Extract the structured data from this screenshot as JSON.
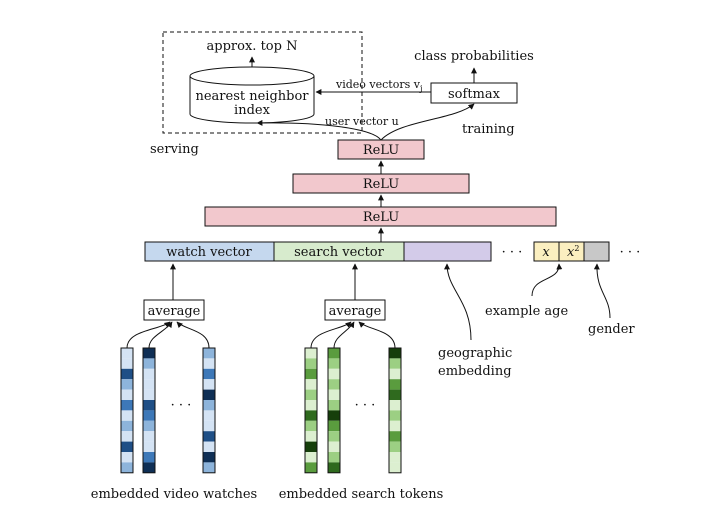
{
  "serving": {
    "label": "serving",
    "approx_top_n": "approx. top N",
    "index_line1": "nearest neighbor",
    "index_line2": "index"
  },
  "training": {
    "label": "training",
    "class_probabilities": "class probabilities",
    "softmax": "softmax"
  },
  "edges": {
    "video_vectors": "video vectors v",
    "video_vectors_sub": "j",
    "user_vector": "user vector u"
  },
  "relu_layers": [
    "ReLU",
    "ReLU",
    "ReLU"
  ],
  "concat": {
    "watch_vector": "watch vector",
    "search_vector": "search vector",
    "ellipsis_1": "· · ·",
    "ellipsis_2": "· · ·",
    "x": "x",
    "x2_base": "x",
    "x2_sup": "2"
  },
  "labels": {
    "geographic_line1": "geographic",
    "geographic_line2": "embedding",
    "example_age": "example age",
    "gender": "gender"
  },
  "pooling": {
    "watch_average": "average",
    "search_average": "average",
    "dots_watch": "· · ·",
    "dots_search": "· · ·"
  },
  "captions": {
    "embedded_video_watches": "embedded video watches",
    "embedded_search_tokens": "embedded search tokens"
  },
  "colors": {
    "relu_fill": "#f2c8cd",
    "watch_fill": "#c5d8ee",
    "search_fill": "#d7ebcd",
    "geo_fill": "#d3cbe9",
    "age_fill": "#fbefc0",
    "gender_fill": "#c8c8c8",
    "blue_palette": [
      "#d4e3f4",
      "#8db4db",
      "#3d78b8",
      "#1f4f86",
      "#0f2f55"
    ],
    "green_palette": [
      "#dcefd0",
      "#9ccf83",
      "#5a9c3e",
      "#2f6a1e",
      "#163f0b"
    ]
  }
}
